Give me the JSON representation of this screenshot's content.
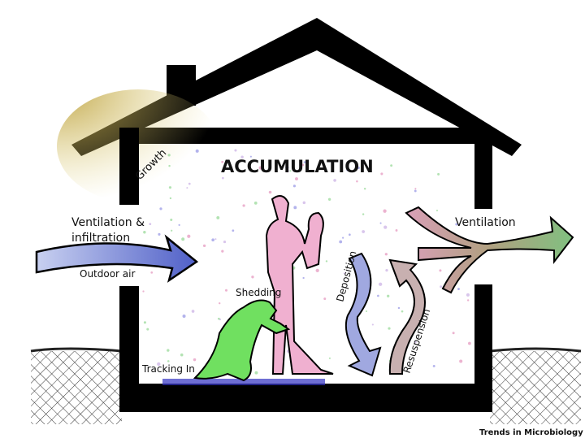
{
  "labels": {
    "title": "ACCUMULATION",
    "growth": "Growth",
    "vent_in_line1": "Ventilation &",
    "vent_in_line2": "infiltration",
    "outdoor_air": "Outdoor air",
    "vent_out": "Ventilation",
    "shedding": "Shedding",
    "deposition": "Deposition",
    "resuspension": "Resuspension",
    "tracking_in": "Tracking In",
    "credit": "Trends in Microbiology"
  },
  "colors": {
    "outline": "#000000",
    "inflow": "#6a7fd0",
    "human": "#e07ab0",
    "dog": "#5fd84a",
    "growth": "#c9b24a",
    "floor_dust": "#3030c0"
  }
}
